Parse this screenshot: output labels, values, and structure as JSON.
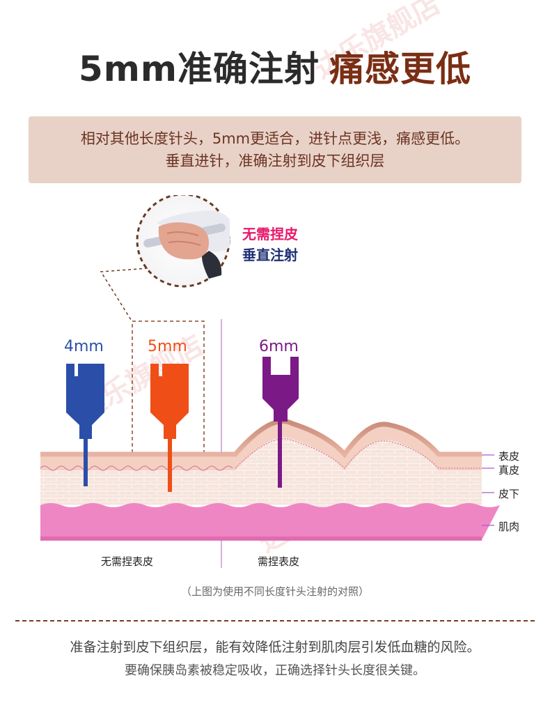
{
  "title": {
    "part1": "5mm准确注射",
    "part2": "痛感更低"
  },
  "intro": {
    "line1": "相对其他长度针头，5mm更适合，进针点更浅，痛感更低。",
    "line2": "垂直进针，准确注射到皮下组织层"
  },
  "callout": {
    "line1": "无需捏皮",
    "line2": "垂直注射"
  },
  "needles": [
    {
      "label": "4mm",
      "color": "#2b4fa8"
    },
    {
      "label": "5mm",
      "color": "#ef4e16"
    },
    {
      "label": "6mm",
      "color": "#7b1a86"
    }
  ],
  "layers": [
    "表皮",
    "真皮",
    "皮下",
    "肌肉"
  ],
  "groups": {
    "left": "无需捏表皮",
    "right": "需捏表皮"
  },
  "caption": "（上图为使用不同长度针头注射的对照）",
  "footer": {
    "line1": "准备注射到皮下组织层，能有效降低注射到肌肉层引发低血糖的风险。",
    "line2": "要确保胰岛素被稳定吸收，正确选择针头长度很关键。"
  },
  "watermark": "达乐旗舰店",
  "colors": {
    "title_accent": "#7a2e14",
    "intro_bg": "#e8d2c7",
    "callout_pink": "#e8196b",
    "callout_navy": "#1d2f73"
  }
}
